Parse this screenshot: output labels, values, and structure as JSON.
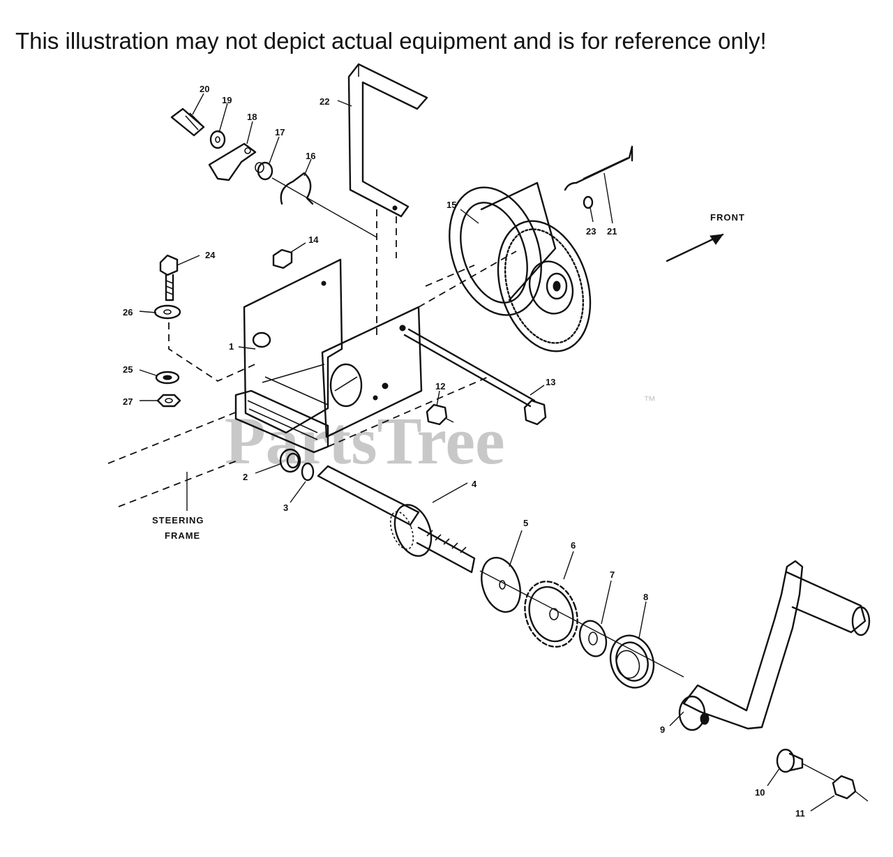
{
  "disclaimer": "This illustration may not depict actual equipment and is for reference only!",
  "watermark": {
    "brand": "PartsTree",
    "mark": "™"
  },
  "labels": {
    "front": "FRONT",
    "steering_frame_line1": "STEERING",
    "steering_frame_line2": "FRAME"
  },
  "callouts": {
    "c1": "1",
    "c2": "2",
    "c3": "3",
    "c4": "4",
    "c5": "5",
    "c6": "6",
    "c7": "7",
    "c8": "8",
    "c9": "9",
    "c10": "10",
    "c11": "11",
    "c12": "12",
    "c13": "13",
    "c14": "14",
    "c15": "15",
    "c16": "16",
    "c17": "17",
    "c18": "18",
    "c19": "19",
    "c20": "20",
    "c21": "21",
    "c22": "22",
    "c23": "23",
    "c24": "24",
    "c25": "25",
    "c26": "26",
    "c27": "27"
  },
  "colors": {
    "ink": "#111111",
    "watermark": "#c8c8c8",
    "background": "#ffffff"
  }
}
